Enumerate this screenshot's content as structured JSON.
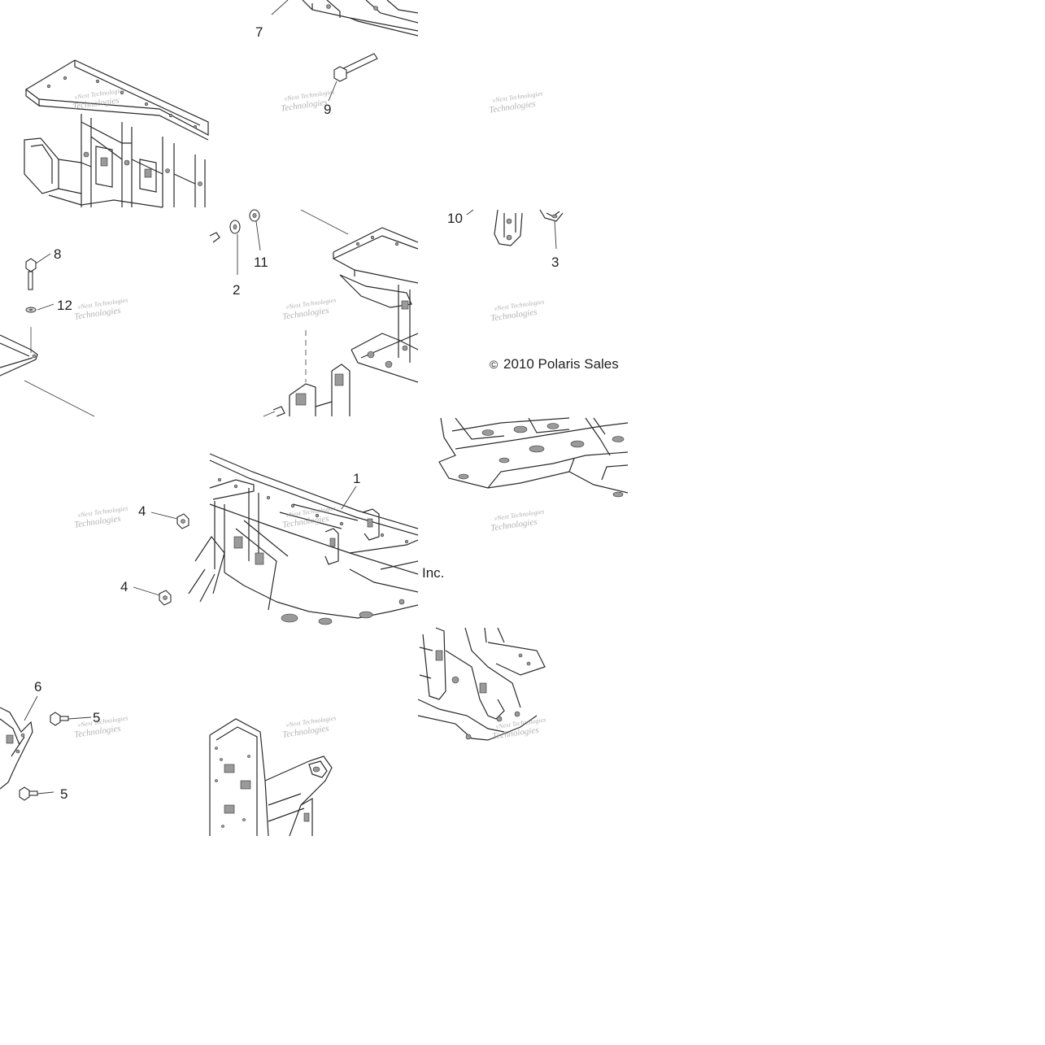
{
  "callouts": [
    {
      "id": "7",
      "label": "7"
    },
    {
      "id": "9",
      "label": "9"
    },
    {
      "id": "8",
      "label": "8"
    },
    {
      "id": "12",
      "label": "12"
    },
    {
      "id": "2",
      "label": "2"
    },
    {
      "id": "11",
      "label": "11"
    },
    {
      "id": "10",
      "label": "10"
    },
    {
      "id": "3",
      "label": "3"
    },
    {
      "id": "1",
      "label": "1"
    },
    {
      "id": "4a",
      "label": "4"
    },
    {
      "id": "4b",
      "label": "4"
    },
    {
      "id": "6",
      "label": "6"
    },
    {
      "id": "5a",
      "label": "5"
    },
    {
      "id": "5b",
      "label": "5"
    }
  ],
  "copyright": {
    "symbol": "©",
    "line1": "2010 Polaris Sales",
    "line2": "Inc."
  },
  "watermark": {
    "line1": "vNext Technologies",
    "line2": "Technologies"
  },
  "colors": {
    "ink": "#222222",
    "watermark": "#999999",
    "background": "#ffffff"
  }
}
